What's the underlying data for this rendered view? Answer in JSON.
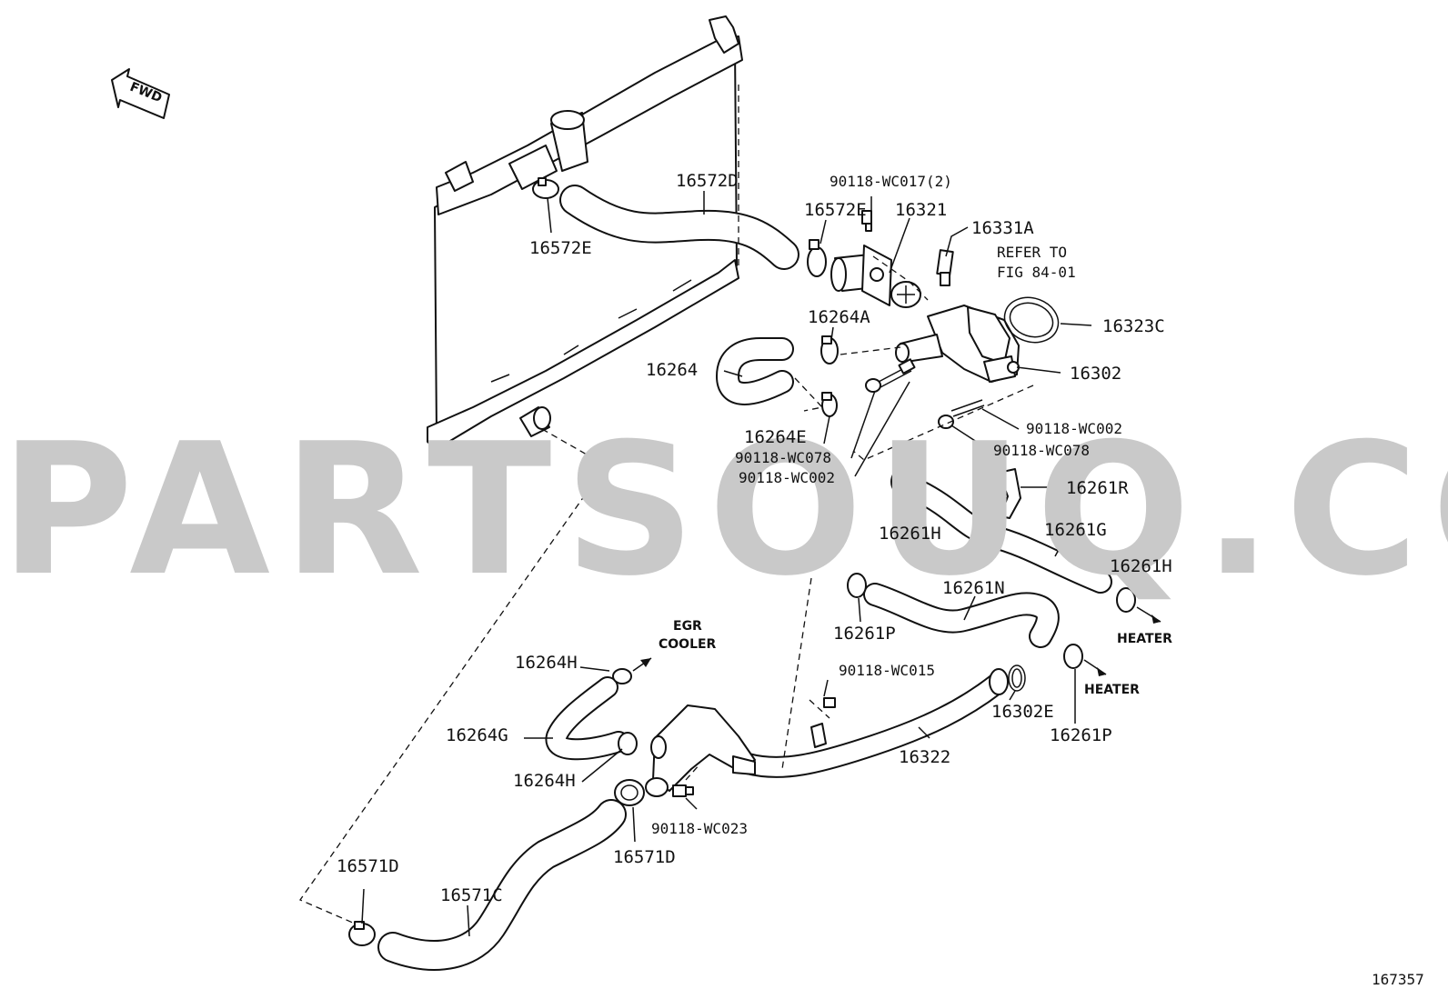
{
  "watermark": "PARTSOUQ.COM",
  "fwd": "FWD",
  "figure_number": "167357",
  "labels": {
    "p16572D": "16572D",
    "p16572E_left": "16572E",
    "p16572E_right": "16572E",
    "p90118WC017": "90118-WC017(2)",
    "p16321": "16321",
    "p16331A": "16331A",
    "refer1": "REFER TO",
    "refer2": "FIG 84-01",
    "p16323C": "16323C",
    "p16264A": "16264A",
    "p16302": "16302",
    "p16264": "16264",
    "p16264E": "16264E",
    "p90118WC078_a": "90118-WC078",
    "p90118WC002_a": "90118-WC002",
    "p90118WC002_b": "90118-WC002",
    "p90118WC078_b": "90118-WC078",
    "p16261R": "16261R",
    "p16261H_a": "16261H",
    "p16261G": "16261G",
    "p16261H_b": "16261H",
    "heater1": "HEATER",
    "p16261N": "16261N",
    "p16261P_a": "16261P",
    "heater2": "HEATER",
    "egr1": "EGR",
    "egr2": "COOLER",
    "p16264H_a": "16264H",
    "p90118WC015": "90118-WC015",
    "p16302E": "16302E",
    "p16261P_b": "16261P",
    "p16264G": "16264G",
    "p16322": "16322",
    "p16264H_b": "16264H",
    "p90118WC023": "90118-WC023",
    "p16571D_a": "16571D",
    "p16571D_b": "16571D",
    "p16571C": "16571C"
  }
}
